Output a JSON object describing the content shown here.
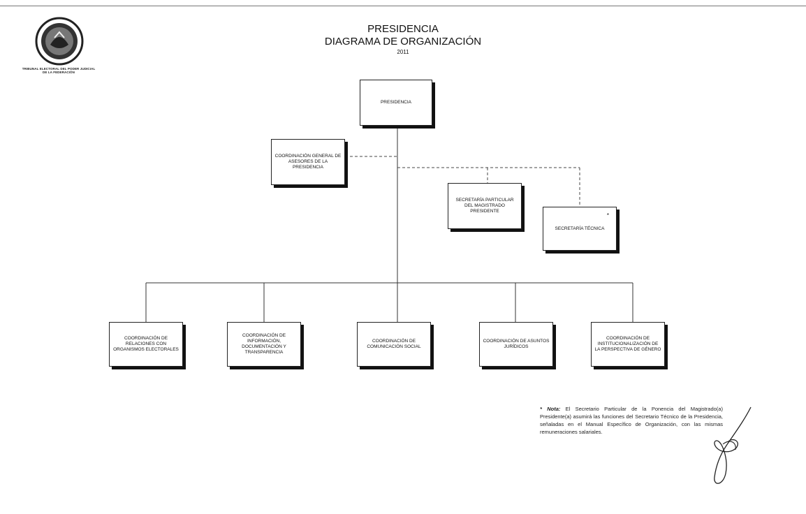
{
  "header": {
    "institution": "TRIBUNAL ELECTORAL DEL PODER JUDICIAL DE LA FEDERACIÓN",
    "title": "PRESIDENCIA",
    "subtitle": "DIAGRAMA DE ORGANIZACIÓN",
    "year": "2011"
  },
  "nodes": {
    "presidencia": "PRESIDENCIA",
    "asesores": "COORDINACIÓN GENERAL DE ASESORES DE LA PRESIDENCIA",
    "secretaria_particular": "SECRETARÍA PARTICULAR DEL MAGISTRADO PRESIDENTE",
    "secretaria_tecnica": "SECRETARÍA TÉCNICA",
    "secretaria_tecnica_mark": "*",
    "relaciones": "COORDINACIÓN DE RELACIONES CON ORGANISMOS ELECTORALES",
    "informacion": "COORDINACIÓN DE INFORMACIÓN, DOCUMENTACIÓN Y TRANSPARENCIA",
    "comunicacion": "COORDINACIÓN DE COMUNICACIÓN SOCIAL",
    "juridicos": "COORDINACIÓN DE ASUNTOS JURÍDICOS",
    "genero": "COORDINACIÓN DE INSTITUCIONALIZACIÓN DE LA PERSPECTIVA DE GÉNERO"
  },
  "note": {
    "label": "* Nota:",
    "text": "El Secretario Particular de la Ponencia del Magistrado(a) Presidente(a) asumirá las funciones del Secretario Técnico de la Presidencia, señaladas en el Manual Específico de Organización, con las mismas remuneraciones salariales."
  },
  "colors": {
    "ink": "#111111",
    "paper": "#ffffff"
  }
}
